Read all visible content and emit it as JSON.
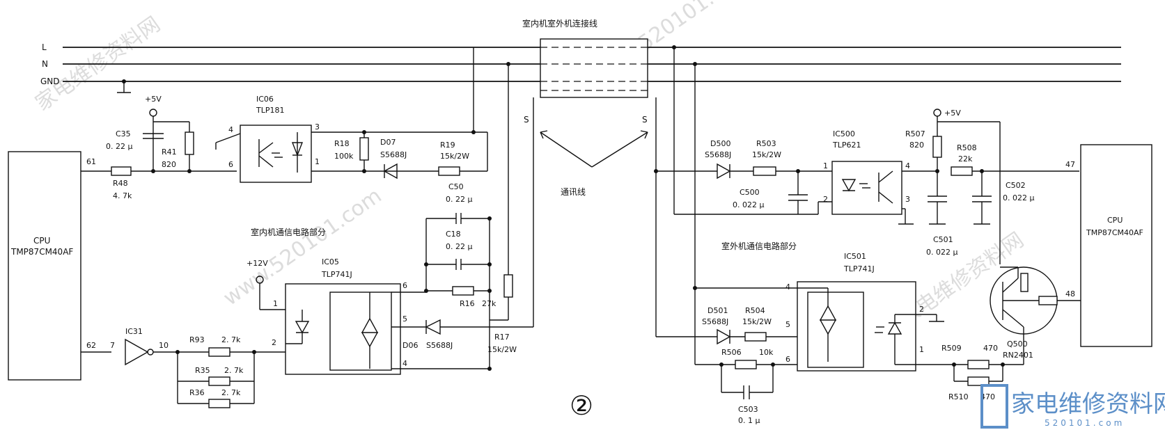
{
  "figure_number": "②",
  "bus": {
    "l": "L",
    "n": "N",
    "gnd": "GND"
  },
  "titles": {
    "connection_cable": "室内机室外机连接线",
    "comm_line": "通讯线",
    "indoor_section": "室内机通信电路部分",
    "outdoor_section": "室外机通信电路部分",
    "s_left": "S",
    "s_right": "S"
  },
  "indoor": {
    "cpu": {
      "label": "CPU",
      "model": "TMP87CM40AF",
      "pin_tx": "61",
      "pin_rx": "62"
    },
    "supply_5v": "+5V",
    "supply_12v": "+12V",
    "c35": {
      "ref": "C35",
      "value": "0. 22 μ"
    },
    "r41": {
      "ref": "R41",
      "value": "820"
    },
    "r48": {
      "ref": "R48",
      "value": "4. 7k"
    },
    "ic06": {
      "ref": "IC06",
      "model": "TLP181",
      "p4": "4",
      "p6": "6",
      "p3": "3",
      "p1": "1"
    },
    "r18": {
      "ref": "R18",
      "value": "100k"
    },
    "d07": {
      "ref": "D07",
      "model": "S5688J"
    },
    "r19": {
      "ref": "R19",
      "value": "15k/2W"
    },
    "c50": {
      "ref": "C50",
      "value": "0. 22 μ"
    },
    "c18": {
      "ref": "C18",
      "value": "0. 22 μ"
    },
    "r16": {
      "ref": "R16",
      "value": "27k"
    },
    "ic05": {
      "ref": "IC05",
      "model": "TLP741J",
      "p6": "6",
      "p5": "5",
      "p4": "4",
      "p2": "2",
      "p1": "1"
    },
    "d06": {
      "ref": "D06",
      "model": "S5688J"
    },
    "r17": {
      "ref": "R17",
      "value": "15k/2W"
    },
    "ic31": {
      "ref": "IC31",
      "in": "7",
      "out": "10"
    },
    "r93": {
      "ref": "R93",
      "value": "2. 7k"
    },
    "r35": {
      "ref": "R35",
      "value": "2. 7k"
    },
    "r36": {
      "ref": "R36",
      "value": "2. 7k"
    }
  },
  "outdoor": {
    "cpu": {
      "label": "CPU",
      "model": "TMP87CM40AF",
      "pin_rx": "47",
      "pin_tx": "48"
    },
    "supply_5v": "+5V",
    "d500": {
      "ref": "D500",
      "model": "S5688J"
    },
    "r503": {
      "ref": "R503",
      "value": "15k/2W"
    },
    "c500": {
      "ref": "C500",
      "value": "0. 022 μ"
    },
    "ic500": {
      "ref": "IC500",
      "model": "TLP621",
      "p1": "1",
      "p2": "2",
      "p4": "4",
      "p3": "3"
    },
    "r507": {
      "ref": "R507",
      "value": "820"
    },
    "r508": {
      "ref": "R508",
      "value": "22k"
    },
    "c501": {
      "ref": "C501",
      "value": "0. 022 μ"
    },
    "c502": {
      "ref": "C502",
      "value": "0. 022 μ"
    },
    "ic501": {
      "ref": "IC501",
      "model": "TLP741J",
      "p4": "4",
      "p5": "5",
      "p6": "6",
      "p2": "2",
      "p1": "1"
    },
    "d501": {
      "ref": "D501",
      "model": "S5688J"
    },
    "r504": {
      "ref": "R504",
      "value": "15k/2W"
    },
    "r506": {
      "ref": "R506",
      "value": "10k"
    },
    "c503": {
      "ref": "C503",
      "value": "0. 1 μ"
    },
    "r509": {
      "ref": "R509",
      "value": "470"
    },
    "r510": {
      "ref": "R510",
      "value": "470"
    },
    "q500": {
      "ref": "Q500",
      "model": "RN2401"
    }
  },
  "watermark": {
    "text": "家电维修资料网",
    "url": "www.520101.com"
  },
  "logo": {
    "text": "家电维修资料网",
    "sub": "520101.com"
  }
}
